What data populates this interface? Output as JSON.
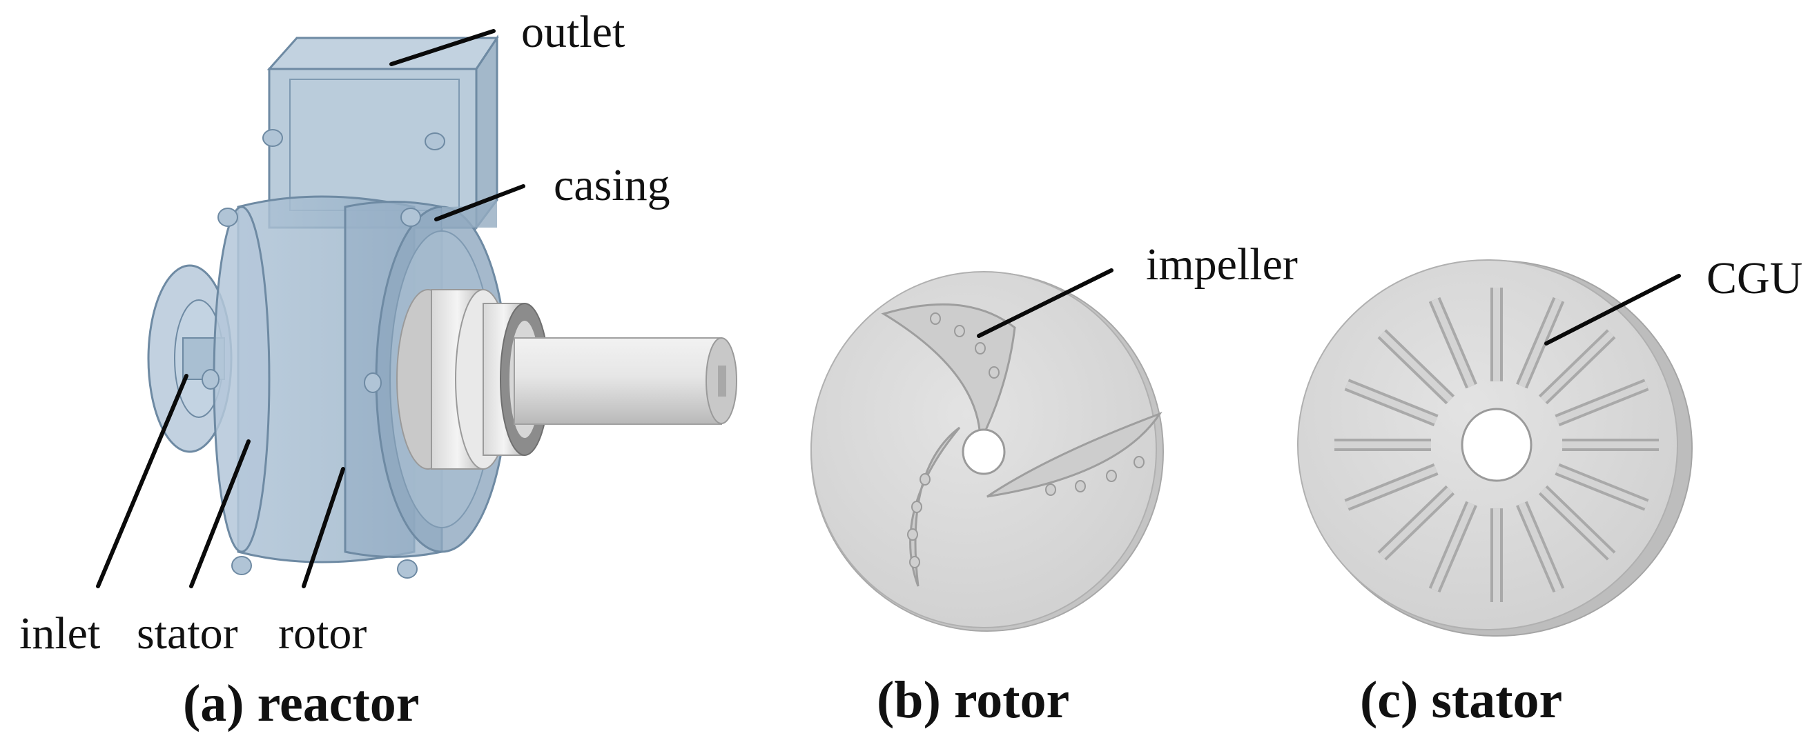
{
  "panels": {
    "reactor": {
      "caption": "(a) reactor",
      "callouts": {
        "outlet": "outlet",
        "casing": "casing",
        "inlet": "inlet",
        "stator": "stator",
        "rotor": "rotor"
      }
    },
    "rotor": {
      "caption": "(b) rotor",
      "callouts": {
        "impeller": "impeller"
      }
    },
    "stator": {
      "caption": "(c) stator",
      "callouts": {
        "cgu": "CGU"
      }
    }
  },
  "colors": {
    "casing_translucent": "#9fb7cc",
    "casing_edge": "#6e8aa3",
    "shaft": "#e2e2e2",
    "disc": "#d9d9d9",
    "disc_edge": "#a8a8a8",
    "label": "#111111"
  }
}
